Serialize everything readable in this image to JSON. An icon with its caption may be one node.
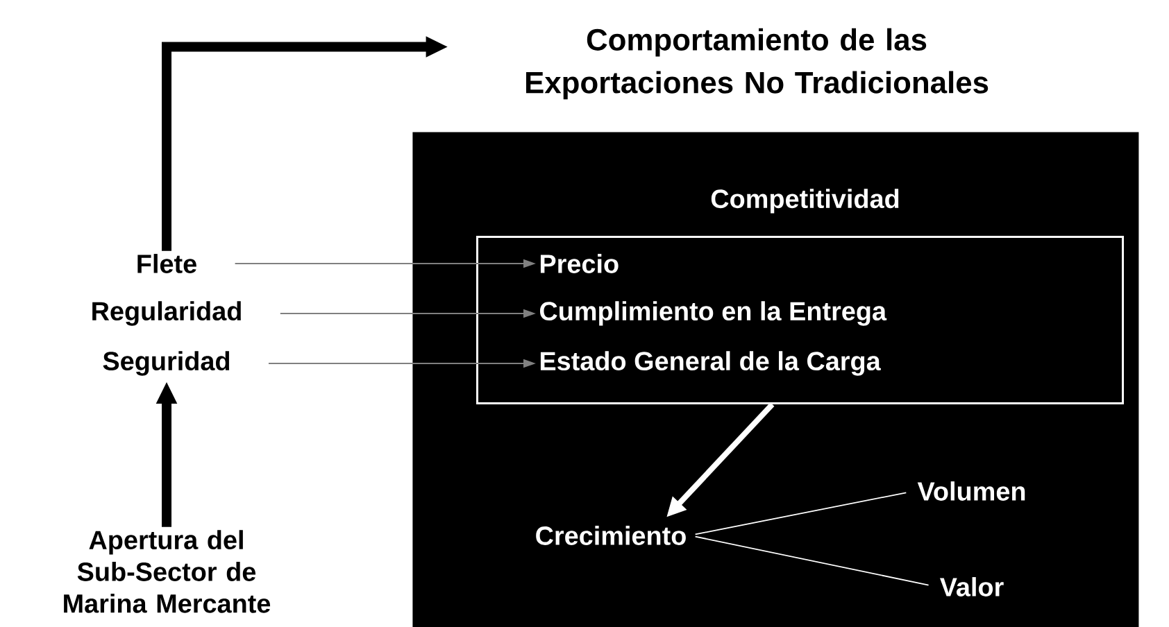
{
  "diagram": {
    "nodes": [
      {
        "text": [
          "Comportamiento de las Exportaciones No Tradicionales"
        ]
      },
      {
        "text": [
          "Competitividad"
        ]
      },
      {
        "text": [],
        "shape": "box",
        "in": 1
      },
      {
        "text": [
          "Precio"
        ],
        "in": 2
      },
      {
        "text": [
          "Cumplimiento en la Entrega"
        ],
        "in": 2
      },
      {
        "text": [
          "Estado General de la Carga"
        ],
        "in": 2
      },
      {
        "text": [
          "Flete"
        ]
      },
      {
        "text": [
          "Regularidad"
        ]
      },
      {
        "text": [
          "Seguridad"
        ]
      },
      {
        "text": [
          "Apertura del Sub-Sector de Marina Mercante"
        ]
      },
      {
        "text": [
          "Crecimiento"
        ],
        "in": 1
      },
      {
        "text": [
          "Volumen"
        ],
        "in": 1
      },
      {
        "text": [
          "Valor"
        ],
        "in": 1
      }
    ],
    "edges": [
      {
        "from": 6,
        "to": 0,
        "arrow": "to",
        "style": "thick",
        "color": "#000000"
      },
      {
        "from": 6,
        "to": 3,
        "arrow": "to",
        "color": "#808080"
      },
      {
        "from": 7,
        "to": 4,
        "arrow": "to",
        "color": "#808080"
      },
      {
        "from": 8,
        "to": 5,
        "arrow": "to",
        "color": "#808080"
      },
      {
        "from": 9,
        "to": 8,
        "arrow": "to",
        "style": "thick",
        "color": "#000000"
      },
      {
        "from": 2,
        "to": 10,
        "arrow": "to",
        "style": "thick",
        "color": "#ffffff"
      },
      {
        "from": 10,
        "to": 11,
        "arrow": "none",
        "color": "#ffffff"
      },
      {
        "from": 10,
        "to": 12,
        "arrow": "none",
        "color": "#ffffff"
      }
    ]
  }
}
